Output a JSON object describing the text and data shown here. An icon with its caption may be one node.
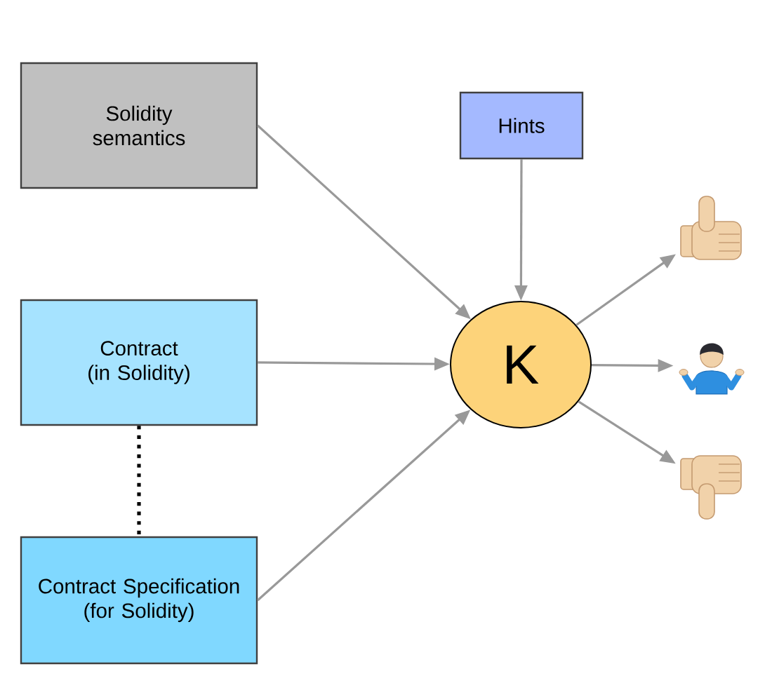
{
  "diagram": {
    "nodes": [
      {
        "text": [
          "Solidity semantics"
        ]
      },
      {
        "text": [
          "Hints"
        ]
      },
      {
        "text": [
          "Contract (in Solidity)"
        ]
      },
      {
        "text": [
          "K"
        ]
      },
      {
        "text": [
          "Contract Specification (for Solidity)"
        ]
      },
      {
        "text": [],
        "shape": "picture"
      },
      {
        "text": [],
        "shape": "person"
      },
      {
        "text": [],
        "shape": "picture"
      }
    ],
    "edges": [
      {
        "from": 0,
        "to": 3,
        "arrow": "to"
      },
      {
        "from": 1,
        "to": 3,
        "arrow": "to"
      },
      {
        "from": 2,
        "to": 3,
        "arrow": "to"
      },
      {
        "from": 4,
        "to": 3,
        "arrow": "to"
      },
      {
        "from": 3,
        "to": 5,
        "arrow": "to"
      },
      {
        "from": 3,
        "to": 6,
        "arrow": "to"
      },
      {
        "from": 3,
        "to": 7,
        "arrow": "to"
      },
      {
        "from": 2,
        "to": 4,
        "arrow": "none",
        "style": "dashed",
        "color": "#000000"
      }
    ]
  }
}
